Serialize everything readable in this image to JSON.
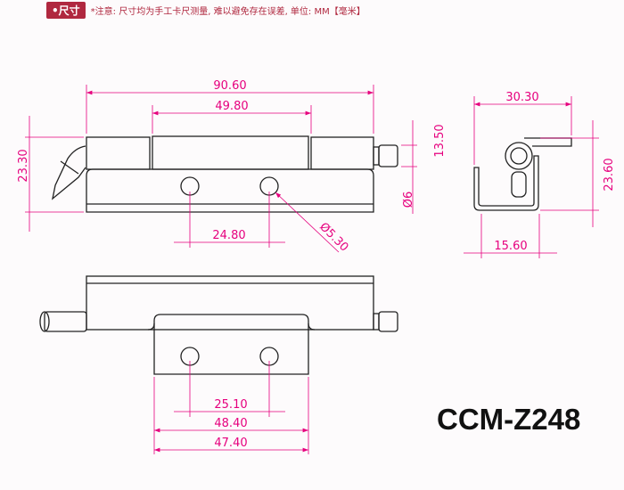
{
  "header": {
    "badge": "•尺寸",
    "note": "*注意: 尺寸均为手工卡尺测量, 难以避免存在误差, 单位: MM【毫米】"
  },
  "dimensions": {
    "overall_length": "90.60",
    "knuckle_length": "49.80",
    "height_left": "23.30",
    "hole_spacing_top": "24.80",
    "hole_diameter": "Ø5.30",
    "pin_diameter": "Ø6",
    "pin_offset": "13.50",
    "side_width": "30.30",
    "side_height": "23.60",
    "side_base": "15.60",
    "hole_spacing_bottom": "25.10",
    "plate_length_outer": "48.40",
    "plate_length_inner": "47.40"
  },
  "model": "CCM-Z248",
  "colors": {
    "dimension": "#e6007e",
    "badge": "#b0283f"
  }
}
